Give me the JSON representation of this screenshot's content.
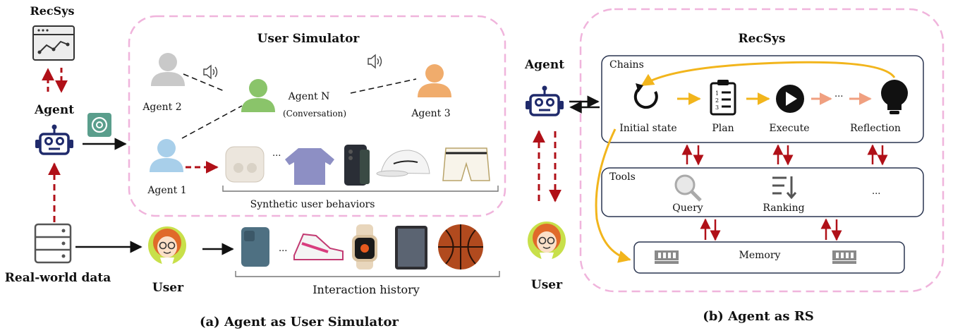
{
  "left": {
    "recsys_label": "RecSys",
    "agent_label": "Agent",
    "simulator_title": "User Simulator",
    "agent2": "Agent 2",
    "agentN": "Agent N",
    "conversation": "(Conversation)",
    "agent3": "Agent 3",
    "agent1": "Agent 1",
    "synthetic": "Synthetic user behaviors",
    "ellipsis": "...",
    "realworld": "Real-world data",
    "user": "User",
    "interaction": "Interaction history",
    "caption": "(a) Agent as User Simulator"
  },
  "right": {
    "recsys_title": "RecSys",
    "agent_label": "Agent",
    "user_label": "User",
    "chains": "Chains",
    "initial_state": "Initial state",
    "plan": "Plan",
    "execute": "Execute",
    "reflection": "Reflection",
    "tools": "Tools",
    "query": "Query",
    "ranking": "Ranking",
    "ellipsis": "...",
    "memory": "Memory",
    "caption": "(b) Agent as RS"
  },
  "colors": {
    "pink_dash": "#f0b4dc",
    "dark_red": "#b01018",
    "gold": "#f2b51c",
    "salmon": "#f0a080",
    "navy": "#1f2a6b",
    "box_border": "#2a3550",
    "gpt_green": "#5a9e8c"
  }
}
